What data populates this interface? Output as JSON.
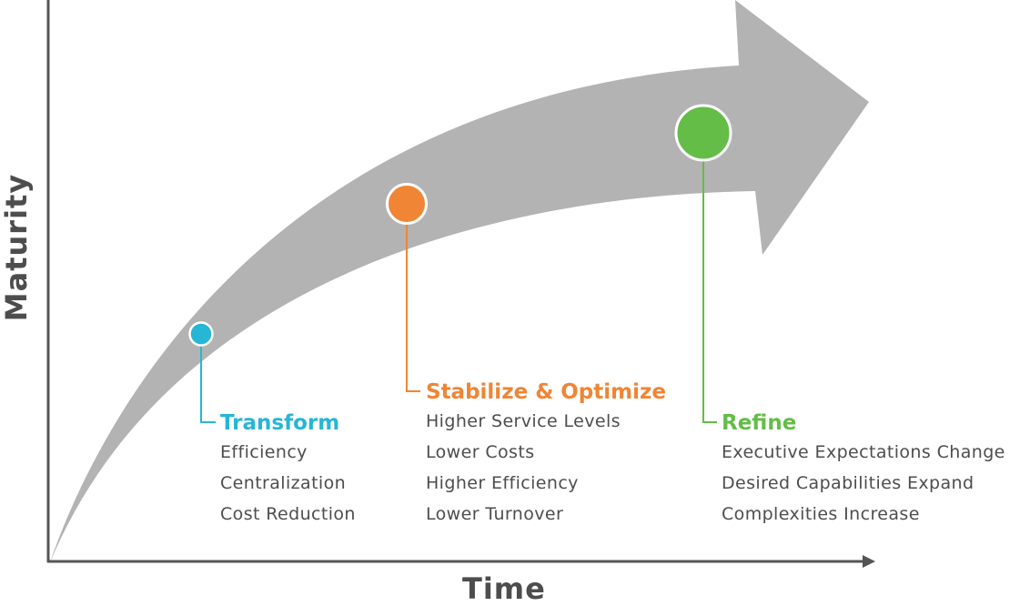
{
  "axes": {
    "y_label": "Maturity",
    "x_label": "Time"
  },
  "colors": {
    "arrow": "#b3b3b3",
    "axis": "#555555",
    "text": "#4d4d4d",
    "transform": "#26b6d6",
    "stabilize": "#ef8535",
    "refine": "#63bd47"
  },
  "stages": [
    {
      "title": "Transform",
      "items": [
        "Efficiency",
        "Centralization",
        "Cost Reduction"
      ]
    },
    {
      "title": "Stabilize & Optimize",
      "items": [
        "Higher Service Levels",
        "Lower Costs",
        "Higher Efficiency",
        "Lower Turnover"
      ]
    },
    {
      "title": "Refine",
      "items": [
        "Executive Expectations Change",
        "Desired Capabilities Expand",
        "Complexities Increase"
      ]
    }
  ]
}
